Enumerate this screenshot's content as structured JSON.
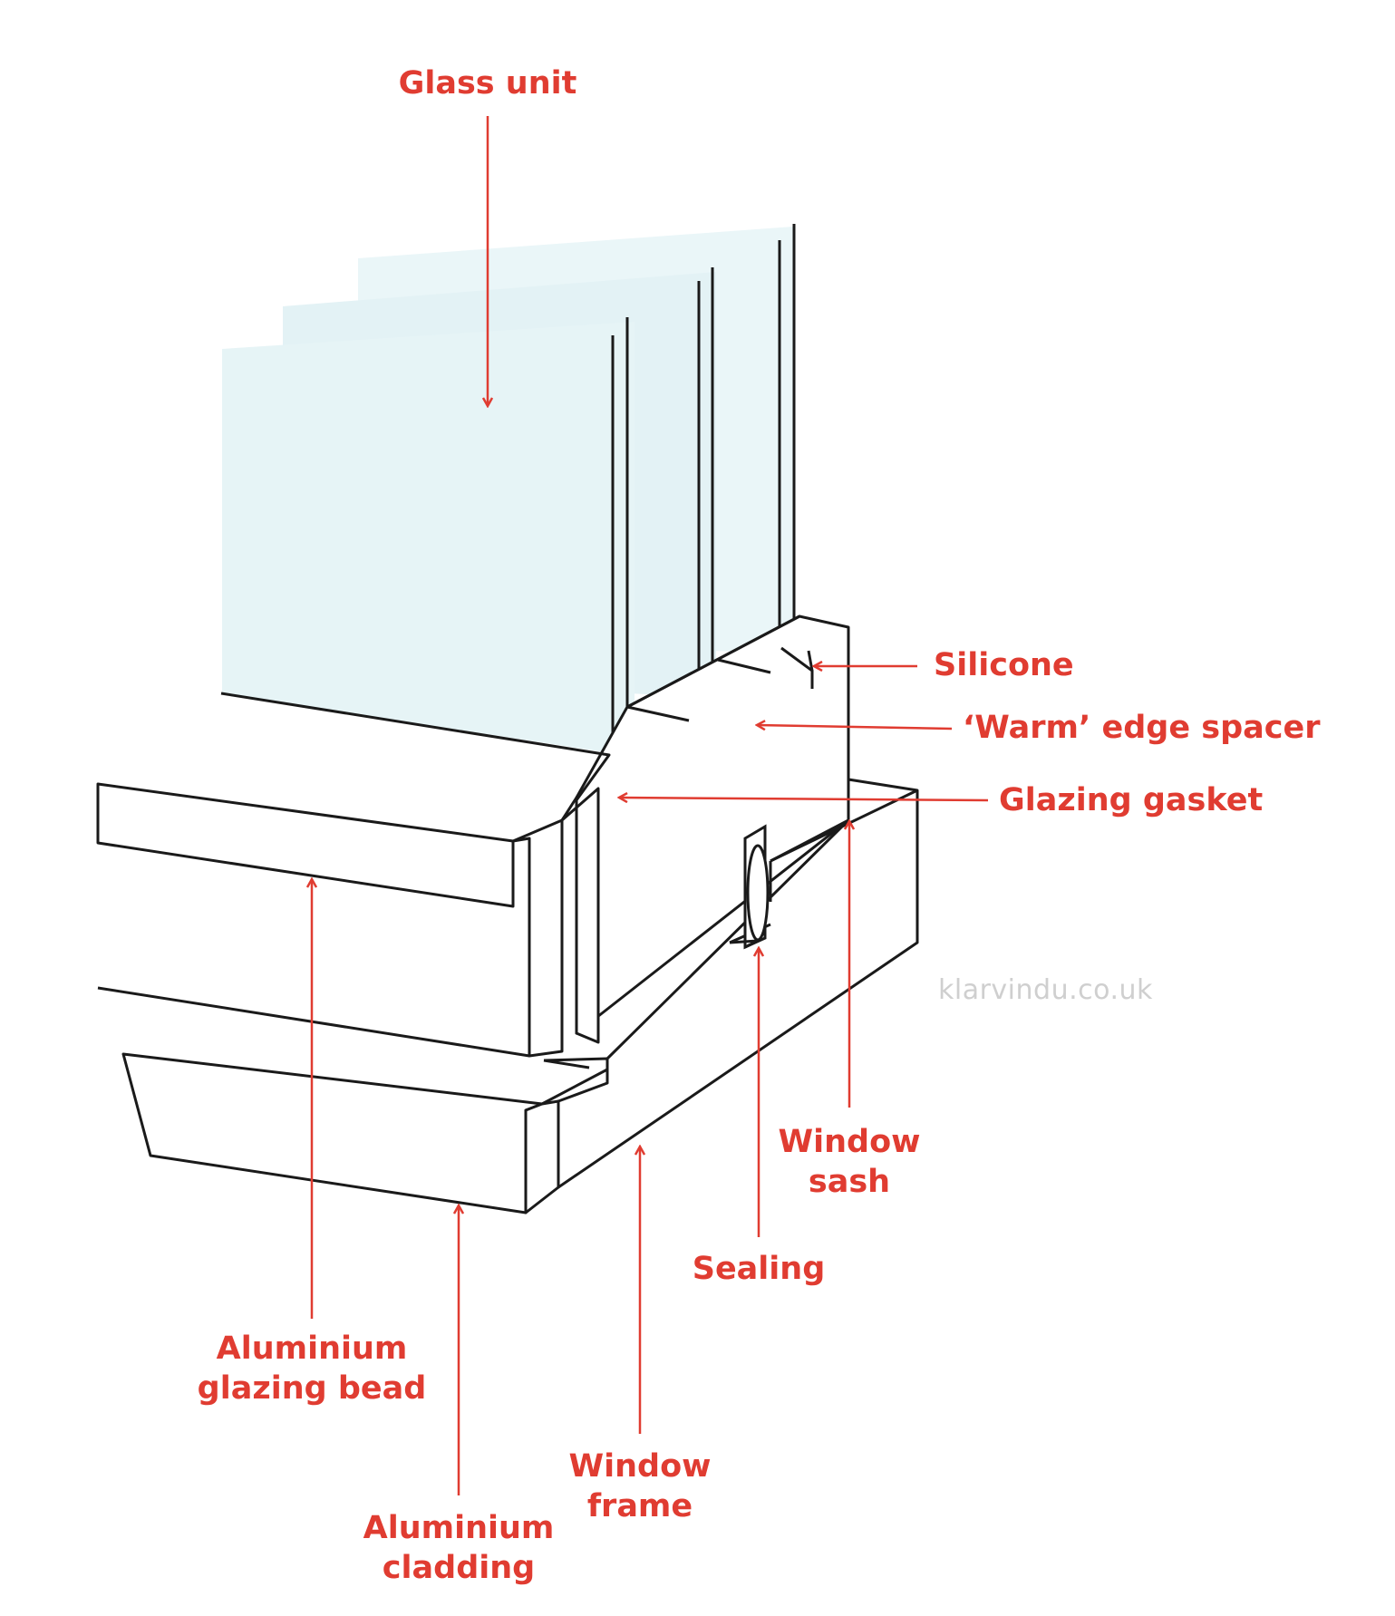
{
  "labels": {
    "glass_unit": "Glass unit",
    "silicone": "Silicone",
    "warm_edge_spacer": "‘Warm’ edge spacer",
    "glazing_gasket": "Glazing gasket",
    "window_sash_line1": "Window",
    "window_sash_line2": "sash",
    "sealing": "Sealing",
    "glazing_bead_line1": "Aluminium",
    "glazing_bead_line2": "glazing bead",
    "window_frame_line1": "Window",
    "window_frame_line2": "frame",
    "cladding_line1": "Aluminium",
    "cladding_line2": "cladding"
  },
  "watermark": "klarvindu.co.uk",
  "colors": {
    "label": "#e03c31",
    "line": "#1a1a1a",
    "glass": "#e6f4f6",
    "watermark": "#cfcfcf",
    "background": "#ffffff"
  }
}
